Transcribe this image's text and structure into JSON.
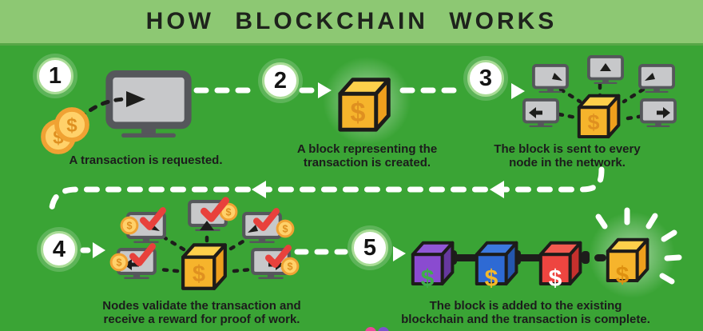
{
  "title": "HOW BLOCKCHAIN WORKS",
  "symbols": {
    "dollar": "$"
  },
  "steps": [
    {
      "number": "1",
      "caption_lines": [
        "A transaction is requested."
      ]
    },
    {
      "number": "2",
      "caption_lines": [
        "A block representing the",
        "transaction is created."
      ]
    },
    {
      "number": "3",
      "caption_lines": [
        "The block is sent to every",
        "node in the network."
      ]
    },
    {
      "number": "4",
      "caption_lines": [
        "Nodes validate the transaction and",
        "receive a reward for proof of work."
      ]
    },
    {
      "number": "5",
      "caption_lines": [
        "The block is added to the existing",
        "blockchain and the transaction is complete."
      ]
    }
  ],
  "colors": {
    "background_green": "#3aa435",
    "header_green": "#8dc873",
    "block_yellow_front": "#f6b42c",
    "block_yellow_top": "#fdd04b",
    "block_yellow_side": "#ee9f1d",
    "block_purple": "#8a4bd0",
    "block_blue": "#2e6ad4",
    "block_red": "#ee4540",
    "coin_gold": "#ffd16a",
    "coin_ring": "#f0a233",
    "check_red": "#e8413c",
    "monitor_gray": "#c7c8ca",
    "monitor_frame": "#55575b",
    "dollar_orange": "#df9020",
    "dollar_green": "#3fae4a",
    "logo_pink": "#ec4899",
    "logo_purple": "#7c52cc"
  }
}
